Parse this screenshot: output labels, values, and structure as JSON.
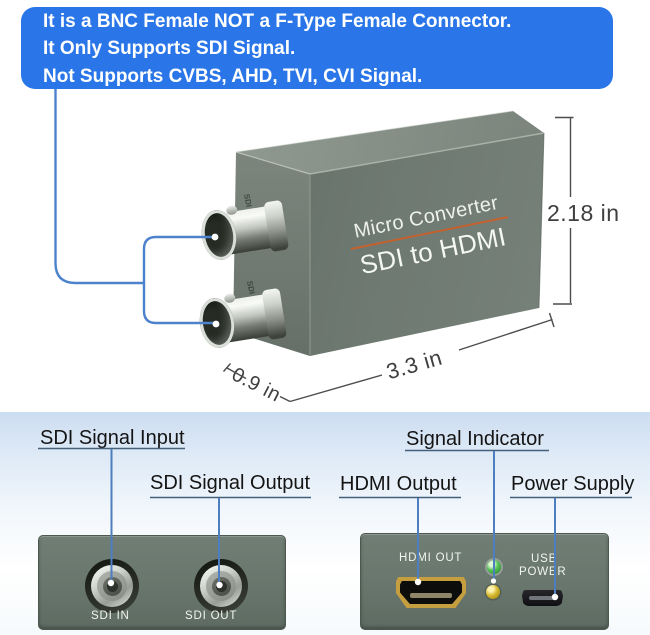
{
  "notice": {
    "lines": [
      "It is a BNC Female NOT a F-Type Female Connector.",
      "It Only Supports SDI Signal.",
      "Not Supports CVBS, AHD, TVI, CVI Signal."
    ],
    "bg_color": "#2a76e8",
    "text_color": "#ffffff"
  },
  "device": {
    "label_line1": "Micro Converter",
    "label_line2": "SDI to HDMI",
    "engraving": "SDI",
    "body_color": "#6e7971",
    "divider_color": "#c4622f",
    "dimensions": {
      "height": "2.18 in",
      "length": "3.3 in",
      "depth": "0.9 in"
    }
  },
  "callouts": {
    "sdi_input": "SDI Signal Input",
    "sdi_output": "SDI Signal Output",
    "signal_indicator": "Signal Indicator",
    "hdmi_output": "HDMI Output",
    "power_supply": "Power Supply",
    "line_color": "#4d82cc",
    "underline_color": "#44607a"
  },
  "panels": {
    "left": {
      "port1_label": "SDI IN",
      "port2_label": "SDI OUT"
    },
    "right": {
      "hdmi_label": "HDMI OUT",
      "usb_line1": "USB",
      "usb_line2": "POWER"
    },
    "panel_color": "#68766d",
    "led_green": "#35a53a",
    "led_yellow": "#c9ad28",
    "hdmi_gold": "#c49e3f"
  }
}
